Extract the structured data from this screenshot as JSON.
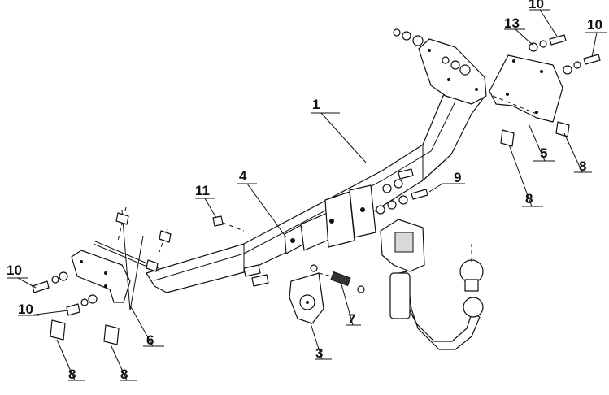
{
  "callouts": {
    "c1": "1",
    "c3": "3",
    "c4": "4",
    "c5": "5",
    "c6": "6",
    "c7": "7",
    "c8_left_a": "8",
    "c8_left_b": "8",
    "c8_right_a": "8",
    "c8_right_b": "8",
    "c9": "9",
    "c10_left_a": "10",
    "c10_left_b": "10",
    "c10_right_a": "10",
    "c10_right_b": "10",
    "c11": "11",
    "c13": "13"
  },
  "colors": {
    "line": "#111111",
    "background": "#ffffff",
    "shade": "#d9d9d9"
  }
}
